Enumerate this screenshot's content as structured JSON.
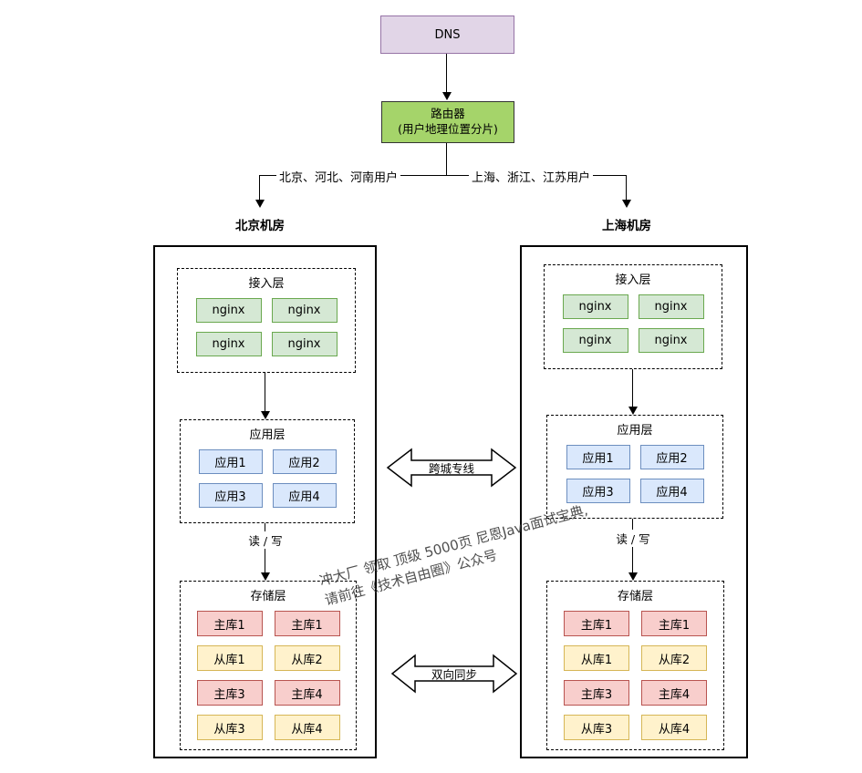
{
  "dns": {
    "label": "DNS"
  },
  "router": {
    "line1": "路由器",
    "line2": "(用户地理位置分片)"
  },
  "branches": {
    "left_users": "北京、河北、河南用户",
    "right_users": "上海、浙江、江苏用户"
  },
  "dc_left": {
    "title": "北京机房",
    "access": {
      "title": "接入层",
      "nodes": [
        "nginx",
        "nginx",
        "nginx",
        "nginx"
      ]
    },
    "app": {
      "title": "应用层",
      "nodes": [
        "应用1",
        "应用2",
        "应用3",
        "应用4"
      ]
    },
    "rw_label": "读 / 写",
    "storage": {
      "title": "存储层",
      "nodes": [
        "主库1",
        "主库1",
        "从库1",
        "从库2",
        "主库3",
        "主库4",
        "从库3",
        "从库4"
      ]
    }
  },
  "dc_right": {
    "title": "上海机房",
    "access": {
      "title": "接入层",
      "nodes": [
        "nginx",
        "nginx",
        "nginx",
        "nginx"
      ]
    },
    "app": {
      "title": "应用层",
      "nodes": [
        "应用1",
        "应用2",
        "应用3",
        "应用4"
      ]
    },
    "rw_label": "读 / 写",
    "storage": {
      "title": "存储层",
      "nodes": [
        "主库1",
        "主库1",
        "从库1",
        "从库2",
        "主库3",
        "主库4",
        "从库3",
        "从库4"
      ]
    }
  },
  "links": {
    "cross_city": "跨城专线",
    "sync": "双向同步"
  },
  "watermark": {
    "line1": "冲大厂  领取 顶级  5000页 尼恩Java面试宝典,",
    "line2": "请前往《技术自由圈》公众号"
  },
  "colors": {
    "dns_fill": "#e1d5e7",
    "dns_border": "#9673a6",
    "router_fill": "#a5d46a",
    "router_border": "#333333",
    "nginx_fill": "#d5e8d4",
    "nginx_border": "#6aa84f",
    "app_fill": "#dae8fc",
    "app_border": "#6c8ebf",
    "master_fill": "#f8cecc",
    "master_border": "#b85450",
    "slave_fill": "#fff2cc",
    "slave_border": "#d6b656"
  }
}
